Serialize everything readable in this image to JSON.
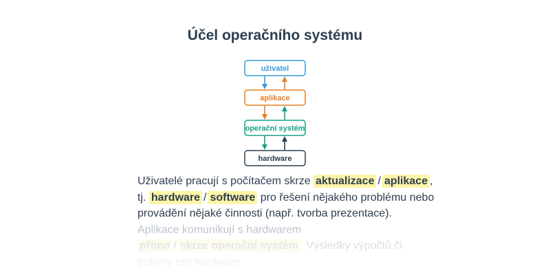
{
  "title": "Účel operačního systému",
  "diagram": {
    "boxes": [
      {
        "label": "uživatel",
        "color": "#3a9ad9"
      },
      {
        "label": "aplikace",
        "color": "#e67e22"
      },
      {
        "label": "operační systém",
        "color": "#16a085"
      },
      {
        "label": "hardware",
        "color": "#2c3e50"
      }
    ]
  },
  "paragraph": {
    "l1_a": "Uživatelé pracují s počítačem skrze ",
    "l1_h1": "aktualizace",
    "l1_sep": "/",
    "l1_h2": "aplikace",
    "l1_b": ",",
    "l2_a": "tj. ",
    "l2_h1": "hardware",
    "l2_sep": "/",
    "l2_h2": "software",
    "l2_b": " pro řešení nějakého problému nebo",
    "l3": "provádění nějaké činnosti (např. tvorba prezentace).",
    "l4": "Aplikace komunikují s hardwarem",
    "l5_h1": "přímo",
    "l5_sep": "/",
    "l5_h2": "skrze operační systém",
    "l5_b": ". Výsledky výpočtů či",
    "l6": "pokyny pro hardware"
  }
}
